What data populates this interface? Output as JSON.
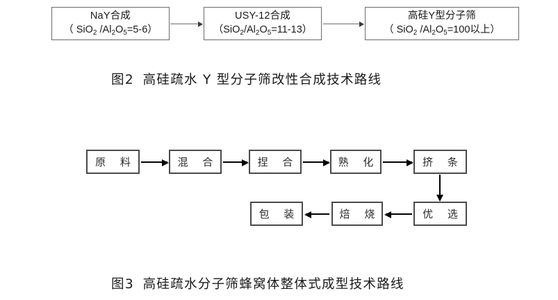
{
  "figure1": {
    "id": "fig2",
    "caption_label": "图",
    "caption_number": "2",
    "caption_text": "高硅疏水 Y 型分子筛改性合成技术路线",
    "nodes": [
      {
        "title": "NaY合成",
        "formula_prefix": "（ SiO",
        "formula_sub1": "2",
        "formula_mid": " /Al",
        "formula_sub2": "2",
        "formula_mid2": "O",
        "formula_sub3": "5",
        "formula_suffix": "=5-6）"
      },
      {
        "title": "USY-12合成",
        "formula_prefix": "（SiO",
        "formula_sub1": "2",
        "formula_mid": "/Al",
        "formula_sub2": "2",
        "formula_mid2": "O",
        "formula_sub3": "5",
        "formula_suffix": "=11-13）"
      },
      {
        "title": "高硅Y型分子筛",
        "formula_prefix": "（ SiO",
        "formula_sub1": "2",
        "formula_mid": " /Al",
        "formula_sub2": "2",
        "formula_mid2": "O",
        "formula_sub3": "5",
        "formula_suffix": "=100以上）"
      }
    ],
    "connectors": [
      "arrow-right",
      "arrow-right"
    ]
  },
  "figure2": {
    "id": "fig3",
    "caption_label": "图",
    "caption_number": "3",
    "caption_text": "高硅疏水分子筛蜂窝体整体式成型技术路线",
    "row1": [
      {
        "label": "原 料"
      },
      {
        "label": "混 合"
      },
      {
        "label": "捏 合"
      },
      {
        "label": "熟 化"
      },
      {
        "label": "挤 条"
      }
    ],
    "row2": [
      {
        "label": "包 装"
      },
      {
        "label": "焙 烧"
      },
      {
        "label": "优 选"
      }
    ],
    "connectors": {
      "row1": [
        "arrow-right",
        "arrow-right",
        "arrow-right",
        "arrow-right"
      ],
      "down": "arrow-down",
      "row2": [
        "arrow-left",
        "arrow-left"
      ]
    }
  },
  "colors": {
    "fig1_border": "#6b6b6b",
    "fig2_border": "#4a4a4a",
    "arrow_fig1": "#6f6f6f",
    "arrow_fig2": "#000000",
    "text": "#1a1a1a",
    "background": "#ffffff"
  }
}
